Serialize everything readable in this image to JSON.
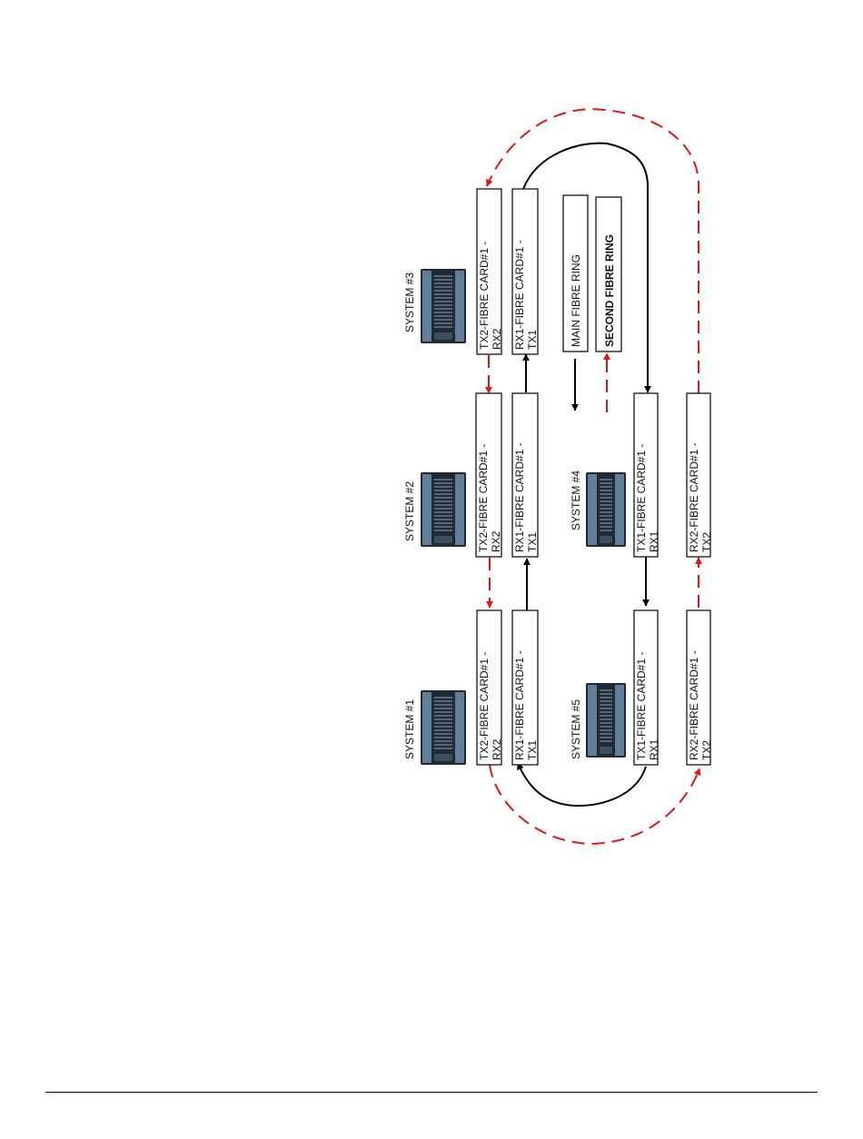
{
  "colors": {
    "main_ring": "#000000",
    "second_ring": "#e0151a",
    "rack_body": "#1f2a35",
    "rack_panel": "#5f7f9c"
  },
  "systems": [
    {
      "id": "system-1",
      "label": "SYSTEM #1",
      "icon": "server-rack-icon"
    },
    {
      "id": "system-2",
      "label": "SYSTEM #2",
      "icon": "server-rack-icon"
    },
    {
      "id": "system-3",
      "label": "SYSTEM #3",
      "icon": "server-rack-icon"
    },
    {
      "id": "system-4",
      "label": "SYSTEM #4",
      "icon": "server-rack-icon"
    },
    {
      "id": "system-5",
      "label": "SYSTEM #5",
      "icon": "server-rack-icon"
    }
  ],
  "cards": [
    {
      "id": "s1-tx2",
      "line1": "TX2-FIBRE CARD#1 -",
      "line2": "RX2"
    },
    {
      "id": "s1-rx1",
      "line1": "RX1-FIBRE CARD#1 -",
      "line2": "TX1"
    },
    {
      "id": "s2-tx2",
      "line1": "TX2-FIBRE CARD#1 -",
      "line2": "RX2"
    },
    {
      "id": "s2-rx1",
      "line1": "RX1-FIBRE CARD#1 -",
      "line2": "TX1"
    },
    {
      "id": "s3-tx2",
      "line1": "TX2-FIBRE CARD#1 -",
      "line2": "RX2"
    },
    {
      "id": "s3-rx1",
      "line1": "RX1-FIBRE CARD#1 -",
      "line2": "TX1"
    },
    {
      "id": "s4-tx1",
      "line1": "TX1-FIBRE CARD#1 -",
      "line2": "RX1"
    },
    {
      "id": "s4-rx2",
      "line1": "RX2-FIBRE CARD#1 -",
      "line2": "TX2"
    },
    {
      "id": "s5-tx1",
      "line1": "TX1-FIBRE CARD#1 -",
      "line2": "RX1"
    },
    {
      "id": "s5-rx2",
      "line1": "RX2-FIBRE CARD#1 -",
      "line2": "TX2"
    }
  ],
  "legend": {
    "main": "MAIN FIBRE RING",
    "second": "SECOND FIBRE RING"
  },
  "connections": [
    {
      "id": "main-s1-s2",
      "ring": "main"
    },
    {
      "id": "main-s2-s3",
      "ring": "main"
    },
    {
      "id": "main-s3-s4",
      "ring": "main"
    },
    {
      "id": "main-s4-s5",
      "ring": "main"
    },
    {
      "id": "main-s5-s1",
      "ring": "main"
    },
    {
      "id": "second-s3-s2",
      "ring": "second"
    },
    {
      "id": "second-s2-s1",
      "ring": "second"
    },
    {
      "id": "second-s1-s5",
      "ring": "second"
    },
    {
      "id": "second-s5-s4",
      "ring": "second"
    },
    {
      "id": "second-s4-s3",
      "ring": "second"
    }
  ]
}
